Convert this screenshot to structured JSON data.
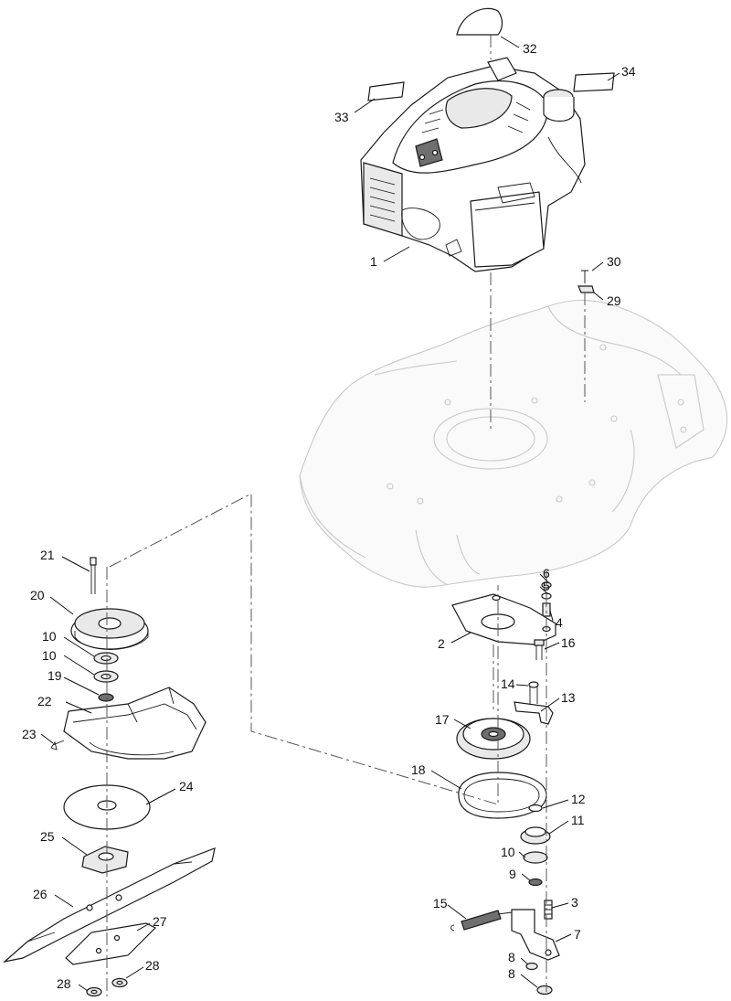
{
  "diagram": {
    "callouts": [
      {
        "id": "c32",
        "text": "32"
      },
      {
        "id": "c34",
        "text": "34"
      },
      {
        "id": "c33",
        "text": "33"
      },
      {
        "id": "c1",
        "text": "1"
      },
      {
        "id": "c30",
        "text": "30"
      },
      {
        "id": "c29",
        "text": "29"
      },
      {
        "id": "c21",
        "text": "21"
      },
      {
        "id": "c20",
        "text": "20"
      },
      {
        "id": "c10a",
        "text": "10"
      },
      {
        "id": "c10b",
        "text": "10"
      },
      {
        "id": "c19",
        "text": "19"
      },
      {
        "id": "c22",
        "text": "22"
      },
      {
        "id": "c23",
        "text": "23"
      },
      {
        "id": "c24",
        "text": "24"
      },
      {
        "id": "c25",
        "text": "25"
      },
      {
        "id": "c26",
        "text": "26"
      },
      {
        "id": "c27",
        "text": "27"
      },
      {
        "id": "c28a",
        "text": "28"
      },
      {
        "id": "c28b",
        "text": "28"
      },
      {
        "id": "c6",
        "text": "6"
      },
      {
        "id": "c5",
        "text": "5"
      },
      {
        "id": "c4",
        "text": "4"
      },
      {
        "id": "c2",
        "text": "2"
      },
      {
        "id": "c16",
        "text": "16"
      },
      {
        "id": "c14",
        "text": "14"
      },
      {
        "id": "c13",
        "text": "13"
      },
      {
        "id": "c17",
        "text": "17"
      },
      {
        "id": "c18",
        "text": "18"
      },
      {
        "id": "c12",
        "text": "12"
      },
      {
        "id": "c11",
        "text": "11"
      },
      {
        "id": "c10c",
        "text": "10"
      },
      {
        "id": "c9",
        "text": "9"
      },
      {
        "id": "c15",
        "text": "15"
      },
      {
        "id": "c3",
        "text": "3"
      },
      {
        "id": "c7",
        "text": "7"
      },
      {
        "id": "c8a",
        "text": "8"
      },
      {
        "id": "c8b",
        "text": "8"
      }
    ]
  }
}
